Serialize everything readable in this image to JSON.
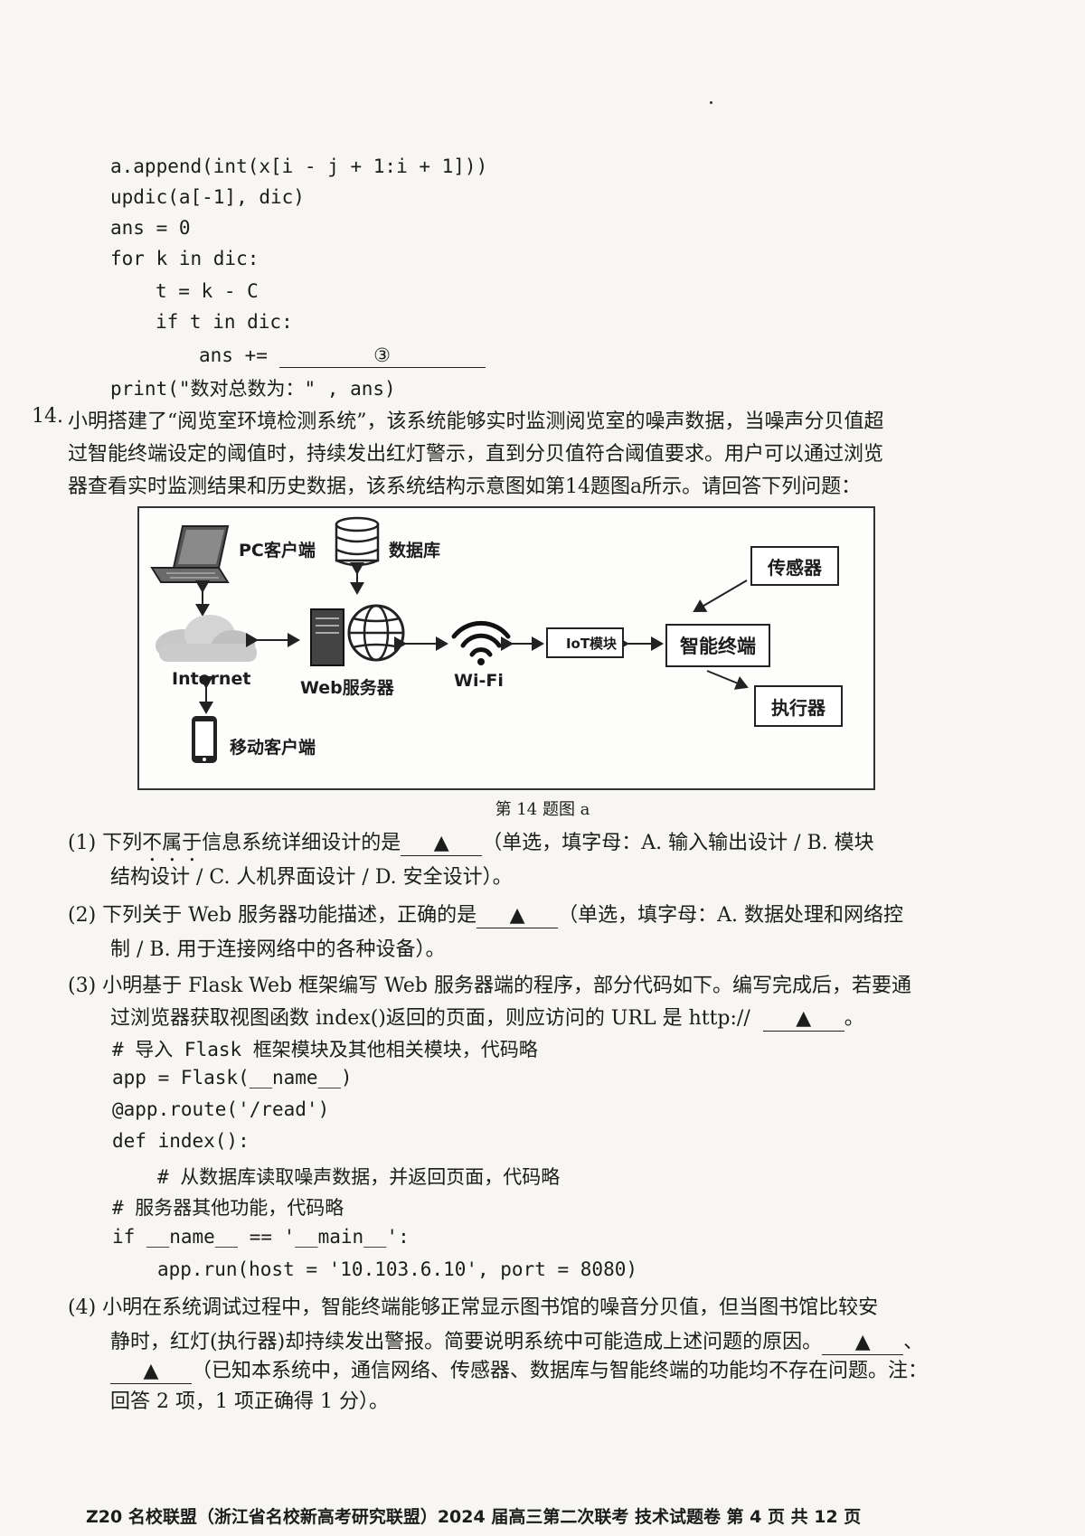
{
  "code_top": {
    "lines": [
      "a.append(int(x[i  -  j + 1:i + 1]))",
      "updic(a[-1], dic)",
      "ans = 0",
      "for k in dic:",
      "t = k - C",
      "if t in dic:",
      "ans += ",
      "print(\"数对总数为：\" , ans)"
    ],
    "blank3_mark": "③"
  },
  "q14": {
    "number": "14.",
    "intro": [
      "小明搭建了“阅览室环境检测系统”，该系统能够实时监测阅览室的噪声数据，当噪声分贝值超",
      "过智能终端设定的阈值时，持续发出红灯警示，直到分贝值符合阈值要求。用户可以通过浏览",
      "器查看实时监测结果和历史数据，该系统结构示意图如第14题图a所示。请回答下列问题："
    ]
  },
  "figure": {
    "labels": {
      "pc": "PC客户端",
      "db": "数据库",
      "internet": "Internet",
      "web": "Web服务器",
      "wifi": "Wi-Fi",
      "iot": "IoT模块",
      "terminal": "智能终端",
      "sensor": "传感器",
      "actuator": "执行器",
      "mobile": "移动客户端"
    },
    "caption": "第 14 题图 a"
  },
  "blank_mark": "▲",
  "sub1": {
    "prefix": "(1) 下列",
    "emph": "不属于",
    "mid": "信息系统详细设计的是",
    "after": "（单选，填字母：A. 输入输出设计 / B. 模块",
    "line2": "结构设计 / C. 人机界面设计 / D. 安全设计）。"
  },
  "sub2": {
    "prefix": "(2) 下列关于 Web 服务器功能描述，正确的是",
    "after": "（单选，填字母：A. 数据处理和网络控",
    "line2": "制 / B. 用于连接网络中的各种设备）。"
  },
  "sub3": {
    "line1": "(3) 小明基于 Flask Web 框架编写 Web 服务器端的程序，部分代码如下。编写完成后，若要通",
    "line2_prefix": "过浏览器获取视图函数 index()返回的页面，则应访问的 URL 是 http://",
    "line2_end": "。",
    "code": [
      "# 导入 Flask 框架模块及其他相关模块，代码略",
      "app = Flask(__name__)",
      "@app.route('/read')",
      "def index():",
      "# 从数据库读取噪声数据，并返回页面，代码略",
      "# 服务器其他功能，代码略",
      "if __name__ == '__main__':",
      "app.run(host = '10.103.6.10', port = 8080)"
    ]
  },
  "sub4": {
    "line1": "(4) 小明在系统调试过程中，智能终端能够正常显示图书馆的噪音分贝值，但当图书馆比较安",
    "line2_prefix": "静时，红灯(执行器)却持续发出警报。简要说明系统中可能造成上述问题的原因。",
    "line2_sep": "、",
    "line3_after": "（已知本系统中，通信网络、传感器、数据库与智能终端的功能均不存在问题。注：",
    "line4": "回答 2 项，1 项正确得 1 分）。"
  },
  "footer": "Z20 名校联盟（浙江省名校新高考研究联盟）2024 届高三第二次联考  技术试题卷  第 4 页 共 12 页"
}
